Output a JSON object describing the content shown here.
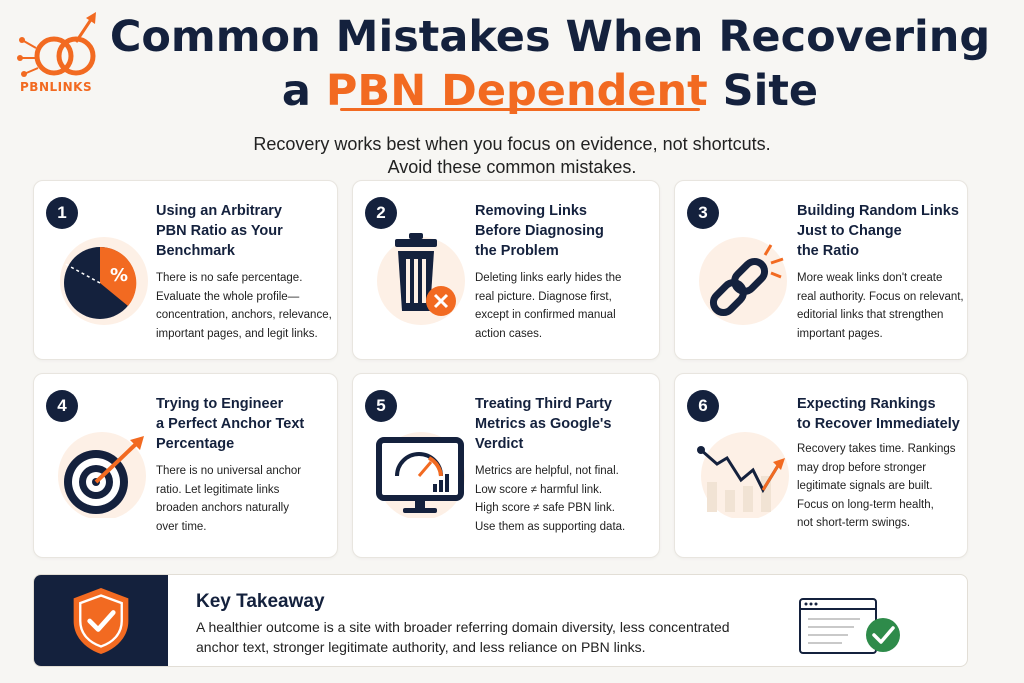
{
  "brand": {
    "logo_text": "PBNLINKS",
    "accent_color": "#f26a21",
    "navy_color": "#14213d"
  },
  "header": {
    "title_line1": "Common Mistakes When Recovering",
    "title_line2_prefix": "a",
    "title_line2_accent": "PBN Dependent",
    "title_line2_suffix": "Site",
    "subtitle_line1": "Recovery works best when you focus on evidence, not shortcuts.",
    "subtitle_line2": "Avoid these common mistakes."
  },
  "cards": [
    {
      "number": "1",
      "icon": "pie-chart-icon",
      "title": [
        "Using an Arbitrary",
        "PBN Ratio as Your",
        "Benchmark"
      ],
      "body": [
        "There is no safe percentage.",
        "Evaluate the whole profile—",
        "concentration, anchors, relevance,",
        "important pages, and legit links."
      ]
    },
    {
      "number": "2",
      "icon": "trash-icon",
      "title": [
        "Removing Links",
        "Before Diagnosing",
        "the Problem"
      ],
      "body": [
        "Deleting links early hides the",
        "real picture. Diagnose first,",
        "except in confirmed manual",
        "action cases."
      ]
    },
    {
      "number": "3",
      "icon": "broken-link-icon",
      "title": [
        "Building Random Links",
        "Just to Change",
        "the Ratio"
      ],
      "body": [
        "More weak links don't create",
        "real authority. Focus on relevant,",
        "editorial links that strengthen",
        "important pages."
      ]
    },
    {
      "number": "4",
      "icon": "target-icon",
      "title": [
        "Trying to Engineer",
        "a Perfect Anchor Text",
        "Percentage"
      ],
      "body": [
        "There is no universal anchor",
        "ratio. Let legitimate links",
        "broaden anchors naturally",
        "over time."
      ]
    },
    {
      "number": "5",
      "icon": "monitor-gauge-icon",
      "title": [
        "Treating Third Party",
        "Metrics as Google's",
        "Verdict"
      ],
      "body": [
        "Metrics are helpful, not final.",
        "Low score ≠ harmful link.",
        "High score ≠ safe PBN link.",
        "Use them as supporting data."
      ]
    },
    {
      "number": "6",
      "icon": "trend-chart-icon",
      "title": [
        "Expecting Rankings",
        "to Recover Immediately"
      ],
      "body": [
        "Recovery takes time. Rankings",
        "may drop before stronger",
        "legitimate signals are built.",
        "Focus on long-term health,",
        "not short-term swings."
      ]
    }
  ],
  "takeaway": {
    "icon": "shield-check-icon",
    "title": "Key Takeaway",
    "body": [
      "A healthier outcome is a site with broader referring domain diversity, less concentrated",
      "anchor text, stronger legitimate authority, and less reliance on PBN links."
    ],
    "illustration": "browser-check-icon"
  }
}
